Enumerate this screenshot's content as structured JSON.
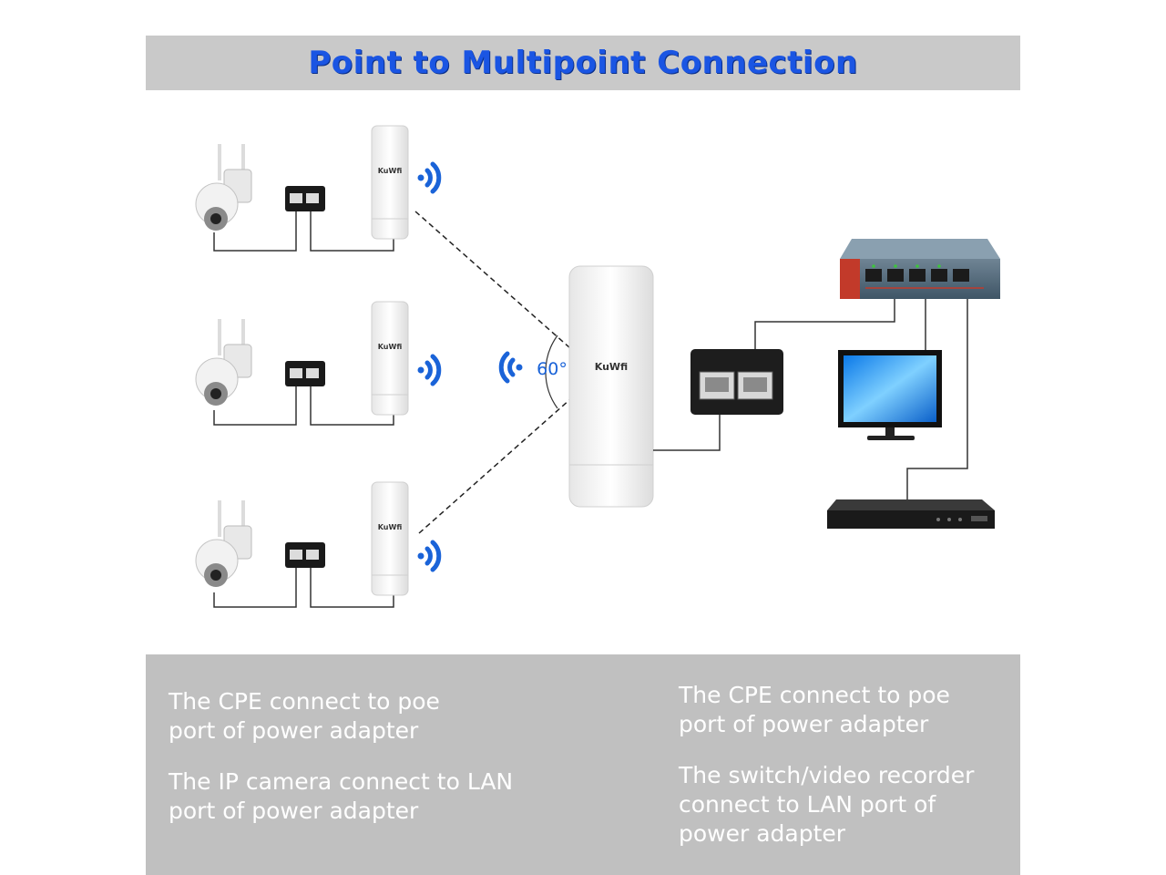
{
  "title": "Point to Multipoint Connection",
  "diagram": {
    "brand_label": "KuWfi",
    "angle_label": "60°",
    "nodes": {
      "cameras": [
        "ip-camera",
        "ip-camera",
        "ip-camera"
      ],
      "poe_adapters_small": [
        "poe-adapter",
        "poe-adapter",
        "poe-adapter"
      ],
      "cpe_units": [
        "cpe",
        "cpe",
        "cpe"
      ],
      "base_station": "base-station-cpe",
      "poe_adapter_large": "poe-adapter",
      "switch": "network-switch",
      "monitor": "monitor",
      "recorder": "video-recorder"
    },
    "colors": {
      "wifi": "#1a63d8",
      "title": "#1a55e3",
      "panel": "#c0c0c0"
    }
  },
  "info": {
    "left": [
      "The CPE connect to poe\nport of power adapter",
      "The IP camera connect to LAN\nport of power adapter"
    ],
    "right": [
      "The CPE connect to poe\nport of power adapter",
      "The switch/video recorder\nconnect to LAN port of\npower adapter"
    ]
  }
}
